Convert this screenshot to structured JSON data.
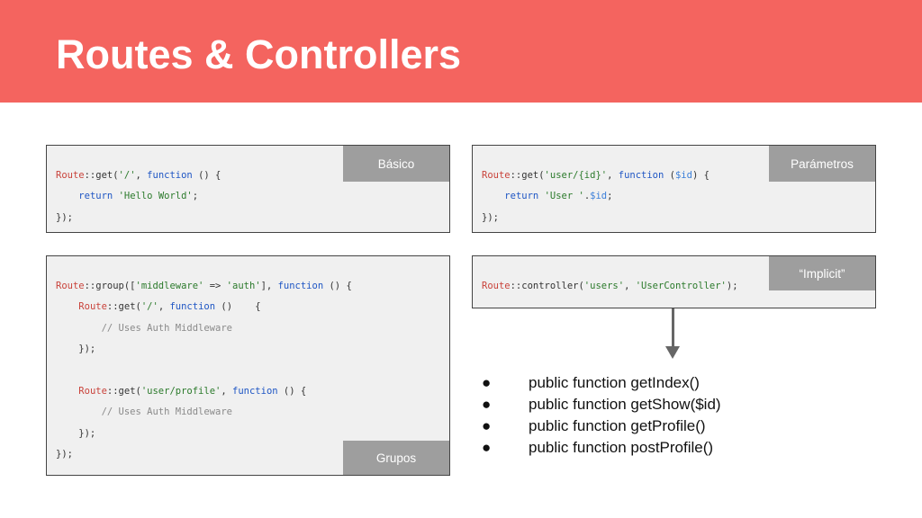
{
  "title": "Routes & Controllers",
  "panels": {
    "basico": {
      "tag": "Básico",
      "lines": [
        [
          {
            "t": "Route",
            "c": "r"
          },
          {
            "t": "::get(",
            "c": "p"
          },
          {
            "t": "'/'",
            "c": "s"
          },
          {
            "t": ", ",
            "c": "p"
          },
          {
            "t": "function",
            "c": "k"
          },
          {
            "t": " () {",
            "c": "p"
          }
        ],
        [
          {
            "t": "    ",
            "c": "p"
          },
          {
            "t": "return",
            "c": "k"
          },
          {
            "t": " ",
            "c": "p"
          },
          {
            "t": "'Hello World'",
            "c": "s"
          },
          {
            "t": ";",
            "c": "p"
          }
        ],
        [
          {
            "t": "});",
            "c": "p"
          }
        ]
      ]
    },
    "parametros": {
      "tag": "Parámetros",
      "lines": [
        [
          {
            "t": "Route",
            "c": "r"
          },
          {
            "t": "::get(",
            "c": "p"
          },
          {
            "t": "'user/{id}'",
            "c": "s"
          },
          {
            "t": ", ",
            "c": "p"
          },
          {
            "t": "function",
            "c": "k"
          },
          {
            "t": " (",
            "c": "p"
          },
          {
            "t": "$id",
            "c": "v"
          },
          {
            "t": ") {",
            "c": "p"
          }
        ],
        [
          {
            "t": "    ",
            "c": "p"
          },
          {
            "t": "return",
            "c": "k"
          },
          {
            "t": " ",
            "c": "p"
          },
          {
            "t": "'User '",
            "c": "s"
          },
          {
            "t": ".",
            "c": "p"
          },
          {
            "t": "$id",
            "c": "v"
          },
          {
            "t": ";",
            "c": "p"
          }
        ],
        [
          {
            "t": "});",
            "c": "p"
          }
        ]
      ]
    },
    "grupos": {
      "tag": "Grupos",
      "lines": [
        [
          {
            "t": "Route",
            "c": "r"
          },
          {
            "t": "::group([",
            "c": "p"
          },
          {
            "t": "'middleware'",
            "c": "s"
          },
          {
            "t": " => ",
            "c": "p"
          },
          {
            "t": "'auth'",
            "c": "s"
          },
          {
            "t": "], ",
            "c": "p"
          },
          {
            "t": "function",
            "c": "k"
          },
          {
            "t": " () {",
            "c": "p"
          }
        ],
        [
          {
            "t": "    ",
            "c": "p"
          },
          {
            "t": "Route",
            "c": "r"
          },
          {
            "t": "::get(",
            "c": "p"
          },
          {
            "t": "'/'",
            "c": "s"
          },
          {
            "t": ", ",
            "c": "p"
          },
          {
            "t": "function",
            "c": "k"
          },
          {
            "t": " ()    {",
            "c": "p"
          }
        ],
        [
          {
            "t": "        ",
            "c": "p"
          },
          {
            "t": "// Uses Auth Middleware",
            "c": "c"
          }
        ],
        [
          {
            "t": "    });",
            "c": "p"
          }
        ],
        [
          {
            "t": "",
            "c": "p"
          }
        ],
        [
          {
            "t": "    ",
            "c": "p"
          },
          {
            "t": "Route",
            "c": "r"
          },
          {
            "t": "::get(",
            "c": "p"
          },
          {
            "t": "'user/profile'",
            "c": "s"
          },
          {
            "t": ", ",
            "c": "p"
          },
          {
            "t": "function",
            "c": "k"
          },
          {
            "t": " () {",
            "c": "p"
          }
        ],
        [
          {
            "t": "        ",
            "c": "p"
          },
          {
            "t": "// Uses Auth Middleware",
            "c": "c"
          }
        ],
        [
          {
            "t": "    });",
            "c": "p"
          }
        ],
        [
          {
            "t": "});",
            "c": "p"
          }
        ]
      ]
    },
    "implicit": {
      "tag": "“Implicit”",
      "lines": [
        [
          {
            "t": "Route",
            "c": "r"
          },
          {
            "t": "::controller(",
            "c": "p"
          },
          {
            "t": "'users'",
            "c": "s"
          },
          {
            "t": ", ",
            "c": "p"
          },
          {
            "t": "'UserController'",
            "c": "s"
          },
          {
            "t": ");",
            "c": "p"
          }
        ]
      ]
    }
  },
  "bullet_symbol": "●",
  "bullets": [
    "public function getIndex()",
    "public function getShow($id)",
    "public function getProfile()",
    "public function postProfile()"
  ],
  "colors": {
    "header": "#f4645f",
    "tag": "#9e9e9e",
    "panel": "#f0f0f0",
    "code_route": "#c9423a",
    "code_keyword": "#1f56c4",
    "code_string": "#2b7a2b",
    "code_comment": "#8a8a8a"
  }
}
